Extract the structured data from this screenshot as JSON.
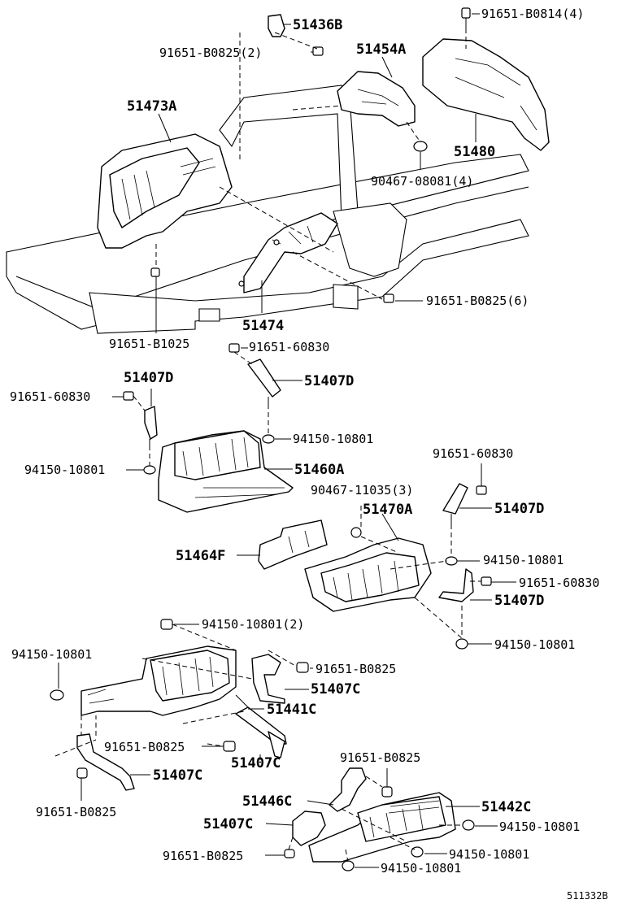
{
  "parts": {
    "p51436B": "51436B",
    "p91651_B0814_4": "91651-B0814(4)",
    "p91651_B0825_2": "91651-B0825(2)",
    "p51454A": "51454A",
    "p51473A": "51473A",
    "p51480": "51480",
    "p90467_08081_4": "90467-08081(4)",
    "p91651_B0825_6": "91651-B0825(6)",
    "p51474": "51474",
    "p91651_B1025": "91651-B1025",
    "p91651_60830_a": "91651-60830",
    "p51407D_a": "51407D",
    "p51407D_b": "51407D",
    "p91651_60830_b": "91651-60830",
    "p94150_10801_a": "94150-10801",
    "p94150_10801_b": "94150-10801",
    "p51460A": "51460A",
    "p91651_60830_c": "91651-60830",
    "p90467_11035_3": "90467-11035(3)",
    "p51470A": "51470A",
    "p51407D_c": "51407D",
    "p51464F": "51464F",
    "p94150_10801_c": "94150-10801",
    "p91651_60830_d": "91651-60830",
    "p51407D_d": "51407D",
    "p94150_10801_2": "94150-10801(2)",
    "p94150_10801_d": "94150-10801",
    "p94150_10801_e": "94150-10801",
    "p91651_B0825_a": "91651-B0825",
    "p51407C_a": "51407C",
    "p51441C": "51441C",
    "p91651_B0825_b": "91651-B0825",
    "p51407C_b": "51407C",
    "p51407C_c": "51407C",
    "p91651_B0825_c": "91651-B0825",
    "p91651_B0825_d": "91651-B0825",
    "p51446C": "51446C",
    "p51442C": "51442C",
    "p51407C_d": "51407C",
    "p94150_10801_f": "94150-10801",
    "p91651_B0825_e": "91651-B0825",
    "p94150_10801_g": "94150-10801",
    "p94150_10801_h": "94150-10801"
  },
  "figure_ref": "511332B"
}
